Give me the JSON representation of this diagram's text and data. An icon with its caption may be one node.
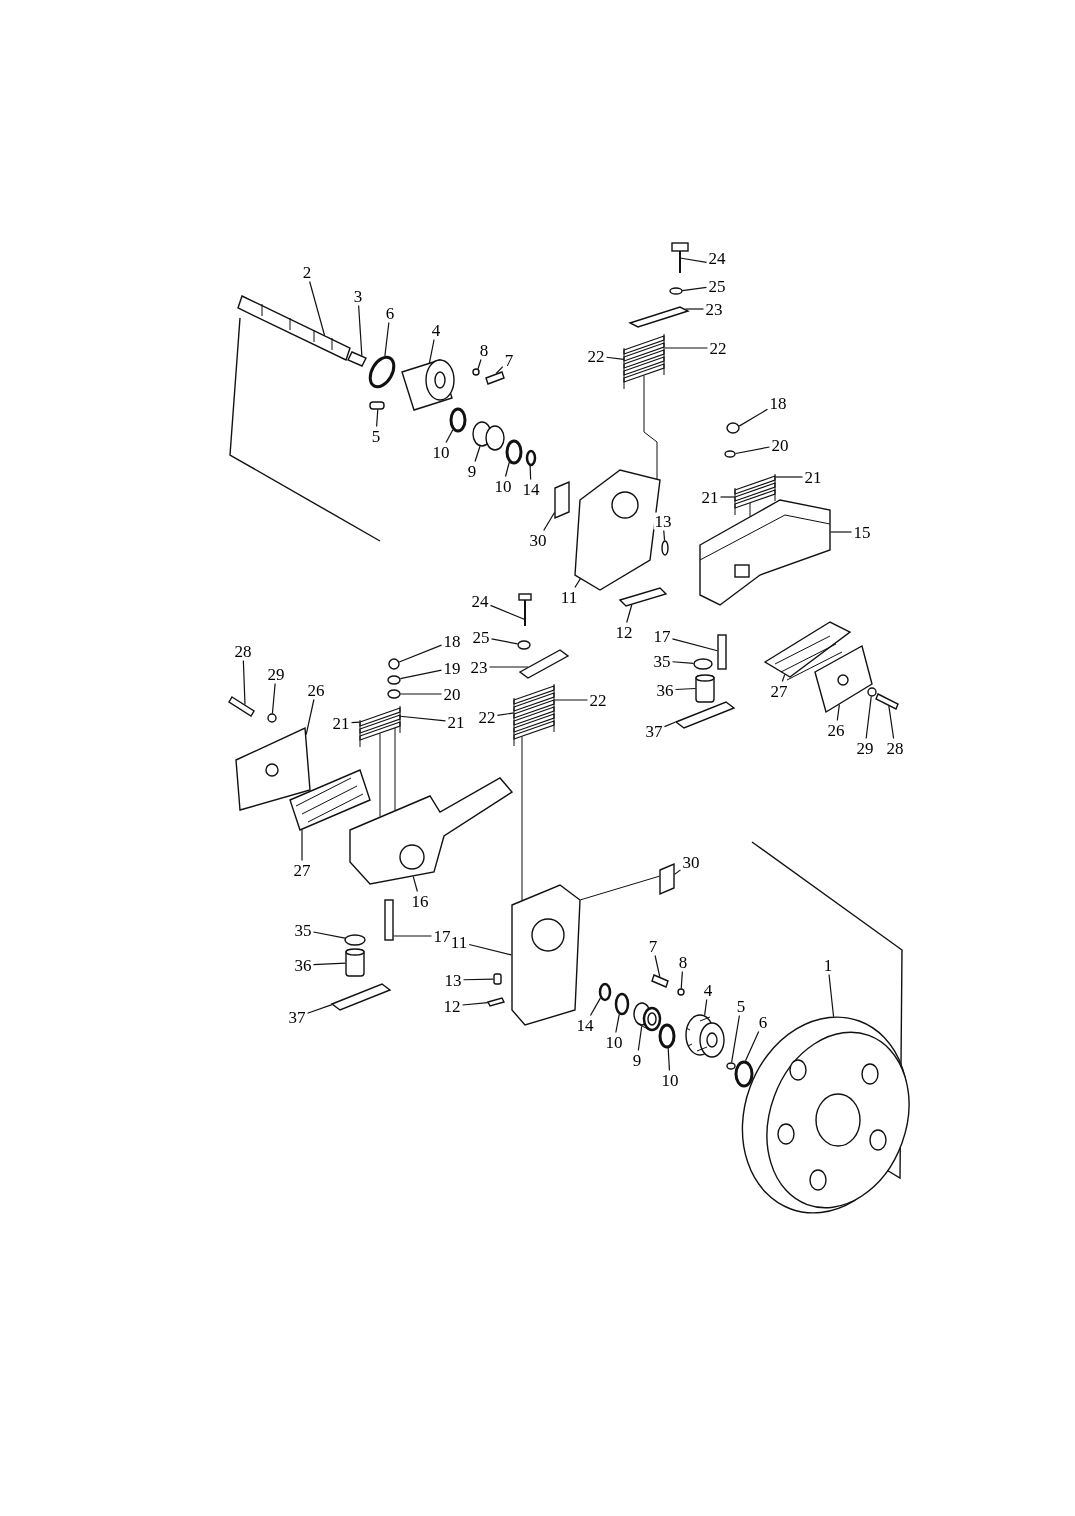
{
  "diagram": {
    "nodes": [
      {
        "text": [
          "2"
        ]
      },
      {
        "text": [
          "3"
        ]
      },
      {
        "text": [
          "6"
        ]
      },
      {
        "text": [
          "4"
        ]
      },
      {
        "text": [
          "8"
        ]
      },
      {
        "text": [
          "7"
        ]
      },
      {
        "text": [
          "5"
        ]
      },
      {
        "text": [
          "10"
        ]
      },
      {
        "text": [
          "9"
        ]
      },
      {
        "text": [
          "10"
        ]
      },
      {
        "text": [
          "14"
        ]
      },
      {
        "text": [
          "24"
        ]
      },
      {
        "text": [
          "25"
        ]
      },
      {
        "text": [
          "23"
        ]
      },
      {
        "text": [
          "22"
        ]
      },
      {
        "text": [
          "22"
        ]
      },
      {
        "text": [
          "18"
        ]
      },
      {
        "text": [
          "20"
        ]
      },
      {
        "text": [
          "21"
        ]
      },
      {
        "text": [
          "21"
        ]
      },
      {
        "text": [
          "30"
        ]
      },
      {
        "text": [
          "13"
        ]
      },
      {
        "text": [
          "15"
        ]
      },
      {
        "text": [
          "11"
        ]
      },
      {
        "text": [
          "12"
        ]
      },
      {
        "text": [
          "17"
        ]
      },
      {
        "text": [
          "35"
        ]
      },
      {
        "text": [
          "36"
        ]
      },
      {
        "text": [
          "37"
        ]
      },
      {
        "text": [
          "27"
        ]
      },
      {
        "text": [
          "26"
        ]
      },
      {
        "text": [
          "29"
        ]
      },
      {
        "text": [
          "28"
        ]
      },
      {
        "text": [
          "24"
        ]
      },
      {
        "text": [
          "25"
        ]
      },
      {
        "text": [
          "23"
        ]
      },
      {
        "text": [
          "22"
        ]
      },
      {
        "text": [
          "22"
        ]
      },
      {
        "text": [
          "18"
        ]
      },
      {
        "text": [
          "19"
        ]
      },
      {
        "text": [
          "20"
        ]
      },
      {
        "text": [
          "21"
        ]
      },
      {
        "text": [
          "21"
        ]
      },
      {
        "text": [
          "28"
        ]
      },
      {
        "text": [
          "29"
        ]
      },
      {
        "text": [
          "26"
        ]
      },
      {
        "text": [
          "27"
        ]
      },
      {
        "text": [
          "16"
        ]
      },
      {
        "text": [
          "35"
        ]
      },
      {
        "text": [
          "36"
        ]
      },
      {
        "text": [
          "17"
        ]
      },
      {
        "text": [
          "30"
        ]
      },
      {
        "text": [
          "11"
        ]
      },
      {
        "text": [
          "13"
        ]
      },
      {
        "text": [
          "12"
        ]
      },
      {
        "text": [
          "37"
        ]
      },
      {
        "text": [
          "7"
        ]
      },
      {
        "text": [
          "8"
        ]
      },
      {
        "text": [
          "4"
        ]
      },
      {
        "text": [
          "5"
        ]
      },
      {
        "text": [
          "6"
        ]
      },
      {
        "text": [
          "14"
        ]
      },
      {
        "text": [
          "10"
        ]
      },
      {
        "text": [
          "9"
        ]
      },
      {
        "text": [
          "10"
        ]
      },
      {
        "text": [
          "1"
        ]
      },
      {
        "text": [],
        "shape": "picture"
      },
      {
        "text": [],
        "shape": "box"
      },
      {
        "text": [],
        "shape": "circle"
      },
      {
        "text": [],
        "shape": "picture"
      },
      {
        "text": [],
        "shape": "circle"
      },
      {
        "text": [],
        "shape": "bar"
      },
      {
        "text": [],
        "shape": "box"
      },
      {
        "text": [],
        "shape": "circle"
      },
      {
        "text": [],
        "shape": "picture"
      },
      {
        "text": [],
        "shape": "circle"
      },
      {
        "text": [],
        "shape": "circle"
      },
      {
        "text": [],
        "shape": "picture"
      },
      {
        "text": [],
        "shape": "circle"
      },
      {
        "text": [],
        "shape": "bar"
      },
      {
        "text": [],
        "shape": "picture"
      },
      {
        "text": [],
        "shape": "circle"
      },
      {
        "text": [],
        "shape": "circle"
      },
      {
        "text": [],
        "shape": "picture"
      },
      {
        "text": [],
        "shape": "box"
      },
      {
        "text": [],
        "shape": "circle"
      },
      {
        "text": [],
        "shape": "picture"
      },
      {
        "text": [],
        "shape": "picture"
      },
      {
        "text": [],
        "shape": "bar"
      },
      {
        "text": [],
        "shape": "box"
      },
      {
        "text": [],
        "shape": "circle"
      },
      {
        "text": [],
        "shape": "cylinder"
      },
      {
        "text": [],
        "shape": "bar"
      },
      {
        "text": [],
        "shape": "picture"
      },
      {
        "text": [],
        "shape": "picture"
      },
      {
        "text": [],
        "shape": "circle"
      },
      {
        "text": [],
        "shape": "bar"
      },
      {
        "text": [],
        "shape": "picture"
      },
      {
        "text": [],
        "shape": "circle"
      },
      {
        "text": [],
        "shape": "bar"
      },
      {
        "text": [],
        "shape": "picture"
      },
      {
        "text": [],
        "shape": "circle"
      },
      {
        "text": [],
        "shape": "circle"
      },
      {
        "text": [],
        "shape": "circle"
      },
      {
        "text": [],
        "shape": "picture"
      },
      {
        "text": [],
        "shape": "bar"
      },
      {
        "text": [],
        "shape": "circle"
      },
      {
        "text": [],
        "shape": "picture"
      },
      {
        "text": [],
        "shape": "picture"
      },
      {
        "text": [],
        "shape": "picture"
      },
      {
        "text": [],
        "shape": "circle"
      },
      {
        "text": [],
        "shape": "cylinder"
      },
      {
        "text": [],
        "shape": "box"
      },
      {
        "text": [],
        "shape": "box"
      },
      {
        "text": [],
        "shape": "picture"
      },
      {
        "text": [],
        "shape": "box"
      },
      {
        "text": [],
        "shape": "bar"
      },
      {
        "text": [],
        "shape": "bar"
      },
      {
        "text": [],
        "shape": "bar"
      },
      {
        "text": [],
        "shape": "circle"
      },
      {
        "text": [],
        "shape": "picture"
      },
      {
        "text": [],
        "shape": "circle"
      },
      {
        "text": [],
        "shape": "circle"
      },
      {
        "text": [],
        "shape": "circle"
      },
      {
        "text": [],
        "shape": "circle"
      },
      {
        "text": [],
        "shape": "circle"
      },
      {
        "text": [],
        "shape": "circle"
      },
      {
        "text": [],
        "shape": "picture"
      }
    ],
    "edges": [
      {
        "from": 0,
        "to": 66,
        "arrow": "none"
      },
      {
        "from": 1,
        "to": 67,
        "arrow": "none"
      },
      {
        "from": 2,
        "to": 68,
        "arrow": "none"
      },
      {
        "from": 3,
        "to": 69,
        "arrow": "none"
      },
      {
        "from": 4,
        "to": 70,
        "arrow": "none"
      },
      {
        "from": 5,
        "to": 71,
        "arrow": "none"
      },
      {
        "from": 6,
        "to": 72,
        "arrow": "none"
      },
      {
        "from": 7,
        "to": 73,
        "arrow": "none"
      },
      {
        "from": 8,
        "to": 74,
        "arrow": "none"
      },
      {
        "from": 9,
        "to": 75,
        "arrow": "none"
      },
      {
        "from": 10,
        "to": 76,
        "arrow": "none"
      },
      {
        "from": 11,
        "to": 77,
        "arrow": "none"
      },
      {
        "from": 12,
        "to": 78,
        "arrow": "none"
      },
      {
        "from": 13,
        "to": 79,
        "arrow": "none"
      },
      {
        "from": 14,
        "to": 80,
        "arrow": "none"
      },
      {
        "from": 15,
        "to": 80,
        "arrow": "none"
      },
      {
        "from": 16,
        "to": 81,
        "arrow": "none"
      },
      {
        "from": 17,
        "to": 82,
        "arrow": "none"
      },
      {
        "from": 18,
        "to": 83,
        "arrow": "none"
      },
      {
        "from": 19,
        "to": 83,
        "arrow": "none"
      },
      {
        "from": 20,
        "to": 84,
        "arrow": "none"
      },
      {
        "from": 21,
        "to": 85,
        "arrow": "none"
      },
      {
        "from": 22,
        "to": 86,
        "arrow": "none"
      },
      {
        "from": 23,
        "to": 87,
        "arrow": "none"
      },
      {
        "from": 24,
        "to": 88,
        "arrow": "none"
      },
      {
        "from": 25,
        "to": 89,
        "arrow": "none"
      },
      {
        "from": 26,
        "to": 90,
        "arrow": "none"
      },
      {
        "from": 27,
        "to": 91,
        "arrow": "none"
      },
      {
        "from": 28,
        "to": 92,
        "arrow": "none"
      },
      {
        "from": 29,
        "to": 93,
        "arrow": "none"
      },
      {
        "from": 30,
        "to": 94,
        "arrow": "none"
      },
      {
        "from": 31,
        "to": 95,
        "arrow": "none"
      },
      {
        "from": 32,
        "to": 96,
        "arrow": "none"
      },
      {
        "from": 33,
        "to": 97,
        "arrow": "none"
      },
      {
        "from": 34,
        "to": 98,
        "arrow": "none"
      },
      {
        "from": 35,
        "to": 99,
        "arrow": "none"
      },
      {
        "from": 36,
        "to": 100,
        "arrow": "none"
      },
      {
        "from": 37,
        "to": 100,
        "arrow": "none"
      },
      {
        "from": 38,
        "to": 101,
        "arrow": "none"
      },
      {
        "from": 39,
        "to": 102,
        "arrow": "none"
      },
      {
        "from": 40,
        "to": 103,
        "arrow": "none"
      },
      {
        "from": 41,
        "to": 104,
        "arrow": "none"
      },
      {
        "from": 42,
        "to": 104,
        "arrow": "none"
      },
      {
        "from": 43,
        "to": 105,
        "arrow": "none"
      },
      {
        "from": 44,
        "to": 106,
        "arrow": "none"
      },
      {
        "from": 45,
        "to": 107,
        "arrow": "none"
      },
      {
        "from": 46,
        "to": 108,
        "arrow": "none"
      },
      {
        "from": 47,
        "to": 109,
        "arrow": "none"
      },
      {
        "from": 48,
        "to": 110,
        "arrow": "none"
      },
      {
        "from": 49,
        "to": 111,
        "arrow": "none"
      },
      {
        "from": 50,
        "to": 112,
        "arrow": "none"
      },
      {
        "from": 51,
        "to": 113,
        "arrow": "none"
      },
      {
        "from": 52,
        "to": 114,
        "arrow": "none"
      },
      {
        "from": 53,
        "to": 115,
        "arrow": "none"
      },
      {
        "from": 54,
        "to": 116,
        "arrow": "none"
      },
      {
        "from": 55,
        "to": 117,
        "arrow": "none"
      },
      {
        "from": 56,
        "to": 118,
        "arrow": "none"
      },
      {
        "from": 57,
        "to": 119,
        "arrow": "none"
      },
      {
        "from": 58,
        "to": 120,
        "arrow": "none"
      },
      {
        "from": 59,
        "to": 121,
        "arrow": "none"
      },
      {
        "from": 60,
        "to": 122,
        "arrow": "none"
      },
      {
        "from": 61,
        "to": 123,
        "arrow": "none"
      },
      {
        "from": 62,
        "to": 124,
        "arrow": "none"
      },
      {
        "from": 63,
        "to": 125,
        "arrow": "none"
      },
      {
        "from": 64,
        "to": 126,
        "arrow": "none"
      },
      {
        "from": 65,
        "to": 127,
        "arrow": "none"
      },
      {
        "from": 80,
        "to": 87,
        "arrow": "none"
      },
      {
        "from": 100,
        "to": 114,
        "arrow": "none"
      },
      {
        "from": 114,
        "to": 113,
        "arrow": "none"
      },
      {
        "from": 104,
        "to": 109,
        "arrow": "none"
      },
      {
        "from": 104,
        "to": 109,
        "arrow": "none"
      },
      {
        "from": 83,
        "to": 86,
        "arrow": "none"
      }
    ]
  }
}
